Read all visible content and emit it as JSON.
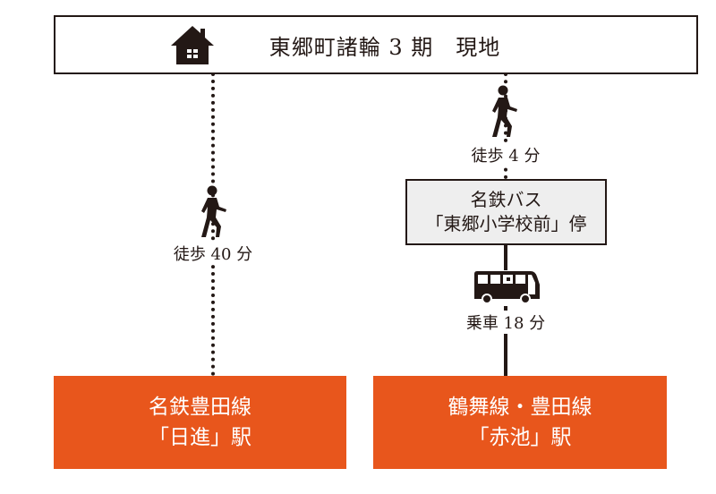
{
  "destination": {
    "title": "東郷町諸輪 3 期　現地",
    "icon": "house-icon"
  },
  "left_route": {
    "walk_label": "徒歩 40 分",
    "icon": "walking-person-icon"
  },
  "right_route": {
    "walk_label": "徒歩 4 分",
    "walk_icon": "walking-person-icon",
    "bus_stop": {
      "line1": "名鉄バス",
      "line2": "「東郷小学校前」停"
    },
    "bus_icon": "bus-icon",
    "ride_label": "乗車 18 分"
  },
  "stations": [
    {
      "line1": "名鉄豊田線",
      "line2": "「日進」駅"
    },
    {
      "line1": "鶴舞線・豊田線",
      "line2": "「赤池」駅"
    }
  ],
  "colors": {
    "station": "#e8561c",
    "ink": "#231815",
    "stop_bg": "#eeeeee"
  }
}
